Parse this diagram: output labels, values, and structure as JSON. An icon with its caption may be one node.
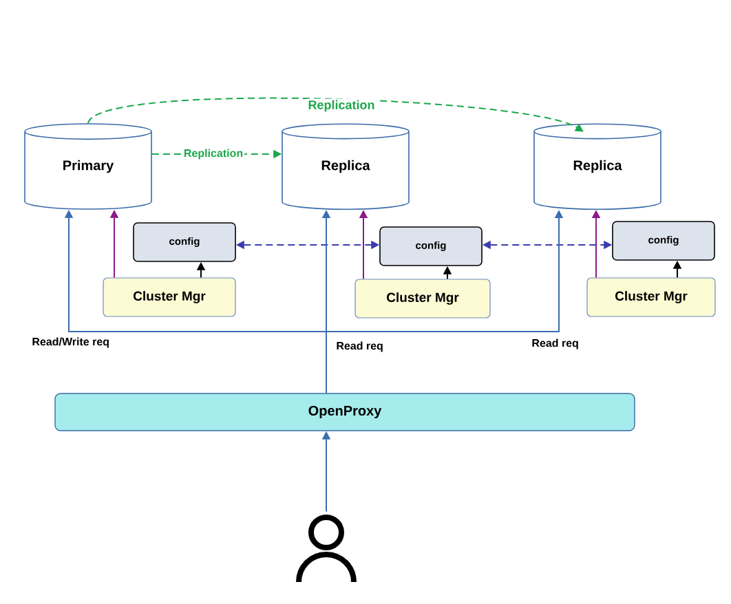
{
  "diagram": {
    "nodes": [
      {
        "text": [
          "Primary"
        ]
      },
      {
        "text": [
          "Replica"
        ]
      },
      {
        "text": [
          "Replica"
        ]
      },
      {
        "text": [
          "config"
        ]
      },
      {
        "text": [
          "Cluster Mgr"
        ]
      },
      {
        "text": [
          "config"
        ]
      },
      {
        "text": [
          "Cluster Mgr"
        ]
      },
      {
        "text": [
          "config"
        ]
      },
      {
        "text": [
          "Cluster Mgr"
        ]
      },
      {
        "text": [
          "OpenProxy"
        ]
      },
      {
        "text": [],
        "shape": "person"
      }
    ],
    "edges": [
      {
        "from": 0,
        "to": 1,
        "arrow": "to",
        "label": "Replication",
        "style": "dashed",
        "color": "#1aa84a"
      },
      {
        "from": 0,
        "to": 2,
        "arrow": "to",
        "label": "Replication",
        "style": "dashed",
        "color": "#1aa84a"
      },
      {
        "from": 4,
        "to": 0,
        "arrow": "to",
        "color": "#8b1a8b"
      },
      {
        "from": 4,
        "to": 3,
        "arrow": "to",
        "color": "#000000"
      },
      {
        "from": 3,
        "to": 5,
        "arrow": "both",
        "style": "dashed",
        "color": "#3b3bb0"
      },
      {
        "from": 6,
        "to": 1,
        "arrow": "to",
        "color": "#8b1a8b"
      },
      {
        "from": 6,
        "to": 5,
        "arrow": "to",
        "color": "#000000"
      },
      {
        "from": 5,
        "to": 7,
        "arrow": "both",
        "style": "dashed",
        "color": "#3b3bb0"
      },
      {
        "from": 8,
        "to": 2,
        "arrow": "to",
        "color": "#8b1a8b"
      },
      {
        "from": 8,
        "to": 7,
        "arrow": "to",
        "color": "#000000"
      },
      {
        "from": 9,
        "to": 0,
        "arrow": "to",
        "label": "Read/Write req"
      },
      {
        "from": 9,
        "to": 1,
        "arrow": "to",
        "label": "Read req"
      },
      {
        "from": 9,
        "to": 2,
        "arrow": "to",
        "label": "Read req"
      },
      {
        "from": 10,
        "to": 9,
        "arrow": "to"
      }
    ]
  }
}
